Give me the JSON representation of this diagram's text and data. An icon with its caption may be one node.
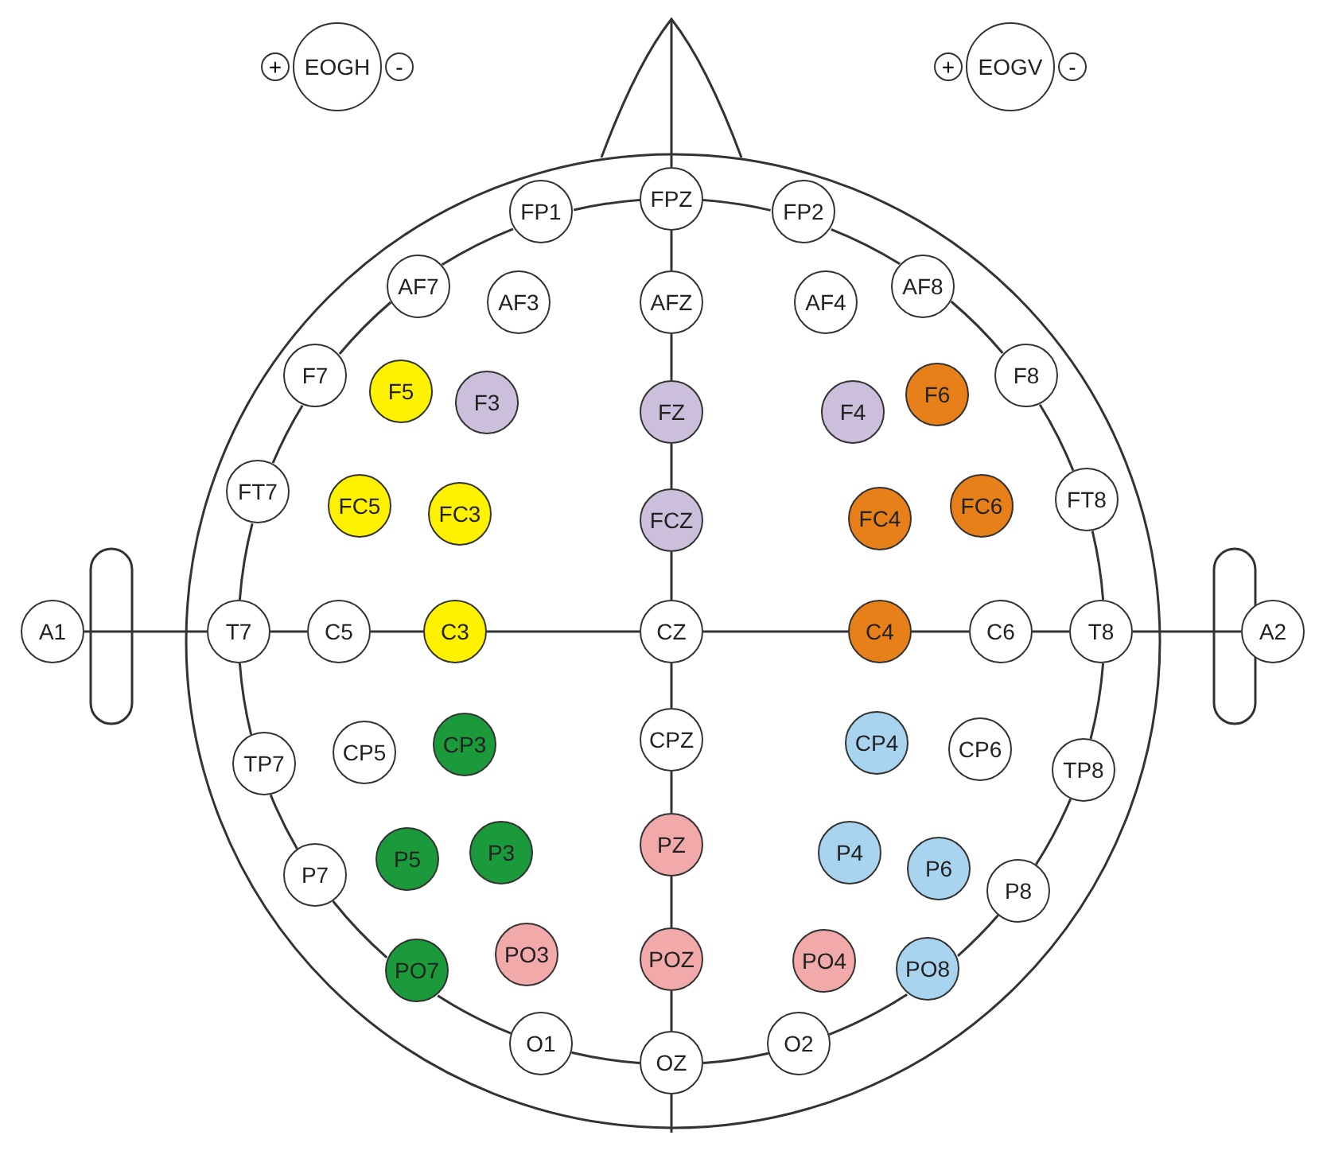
{
  "diagram": {
    "nodes": [
      {
        "text": [
          "EOGH"
        ],
        "beside": [
          "+",
          "-"
        ]
      },
      {
        "text": [
          "EOGV"
        ],
        "beside": [
          "+",
          "-"
        ]
      },
      {
        "text": [
          "FP1"
        ]
      },
      {
        "text": [
          "FPZ"
        ]
      },
      {
        "text": [
          "FP2"
        ]
      },
      {
        "text": [
          "AF7"
        ]
      },
      {
        "text": [
          "AF3"
        ]
      },
      {
        "text": [
          "AFZ"
        ]
      },
      {
        "text": [
          "AF4"
        ]
      },
      {
        "text": [
          "AF8"
        ]
      },
      {
        "text": [
          "F7"
        ]
      },
      {
        "text": [
          "F5"
        ]
      },
      {
        "text": [
          "F3"
        ]
      },
      {
        "text": [
          "FZ"
        ]
      },
      {
        "text": [
          "F4"
        ]
      },
      {
        "text": [
          "F6"
        ]
      },
      {
        "text": [
          "F8"
        ]
      },
      {
        "text": [
          "FT7"
        ]
      },
      {
        "text": [
          "FC5"
        ]
      },
      {
        "text": [
          "FC3"
        ]
      },
      {
        "text": [
          "FCZ"
        ]
      },
      {
        "text": [
          "FC4"
        ]
      },
      {
        "text": [
          "FC6"
        ]
      },
      {
        "text": [
          "FT8"
        ]
      },
      {
        "text": [
          "A1"
        ]
      },
      {
        "text": [
          "T7"
        ]
      },
      {
        "text": [
          "C5"
        ]
      },
      {
        "text": [
          "C3"
        ]
      },
      {
        "text": [
          "CZ"
        ]
      },
      {
        "text": [
          "C4"
        ]
      },
      {
        "text": [
          "C6"
        ]
      },
      {
        "text": [
          "T8"
        ]
      },
      {
        "text": [
          "A2"
        ]
      },
      {
        "text": [
          "TP7"
        ]
      },
      {
        "text": [
          "CP5"
        ]
      },
      {
        "text": [
          "CP3"
        ]
      },
      {
        "text": [
          "CPZ"
        ]
      },
      {
        "text": [
          "CP4"
        ]
      },
      {
        "text": [
          "CP6"
        ]
      },
      {
        "text": [
          "TP8"
        ]
      },
      {
        "text": [
          "P7"
        ]
      },
      {
        "text": [
          "P5"
        ]
      },
      {
        "text": [
          "P3"
        ]
      },
      {
        "text": [
          "PZ"
        ]
      },
      {
        "text": [
          "P4"
        ]
      },
      {
        "text": [
          "P6"
        ]
      },
      {
        "text": [
          "P8"
        ]
      },
      {
        "text": [
          "PO7"
        ]
      },
      {
        "text": [
          "PO3"
        ]
      },
      {
        "text": [
          "POZ"
        ]
      },
      {
        "text": [
          "PO4"
        ]
      },
      {
        "text": [
          "PO8"
        ]
      },
      {
        "text": [
          "O1"
        ]
      },
      {
        "text": [
          "OZ"
        ]
      },
      {
        "text": [
          "O2"
        ]
      }
    ],
    "edges": [
      {
        "from": 3,
        "to": 7,
        "arrow": "none"
      },
      {
        "from": 7,
        "to": 13,
        "arrow": "none"
      },
      {
        "from": 13,
        "to": 20,
        "arrow": "none"
      },
      {
        "from": 20,
        "to": 28,
        "arrow": "none"
      },
      {
        "from": 28,
        "to": 36,
        "arrow": "none"
      },
      {
        "from": 36,
        "to": 43,
        "arrow": "none"
      },
      {
        "from": 43,
        "to": 49,
        "arrow": "none"
      },
      {
        "from": 49,
        "to": 53,
        "arrow": "none"
      },
      {
        "from": 24,
        "to": 25,
        "arrow": "none"
      },
      {
        "from": 25,
        "to": 26,
        "arrow": "none"
      },
      {
        "from": 26,
        "to": 27,
        "arrow": "none"
      },
      {
        "from": 27,
        "to": 28,
        "arrow": "none"
      },
      {
        "from": 28,
        "to": 29,
        "arrow": "none"
      },
      {
        "from": 29,
        "to": 30,
        "arrow": "none"
      },
      {
        "from": 30,
        "to": 31,
        "arrow": "none"
      },
      {
        "from": 31,
        "to": 32,
        "arrow": "none"
      },
      {
        "from": 3,
        "to": 2,
        "arrow": "none"
      },
      {
        "from": 2,
        "to": 5,
        "arrow": "none"
      },
      {
        "from": 5,
        "to": 10,
        "arrow": "none"
      },
      {
        "from": 10,
        "to": 17,
        "arrow": "none"
      },
      {
        "from": 17,
        "to": 25,
        "arrow": "none"
      },
      {
        "from": 25,
        "to": 33,
        "arrow": "none"
      },
      {
        "from": 33,
        "to": 40,
        "arrow": "none"
      },
      {
        "from": 40,
        "to": 47,
        "arrow": "none"
      },
      {
        "from": 47,
        "to": 52,
        "arrow": "none"
      },
      {
        "from": 52,
        "to": 53,
        "arrow": "none"
      },
      {
        "from": 53,
        "to": 54,
        "arrow": "none"
      },
      {
        "from": 54,
        "to": 51,
        "arrow": "none"
      },
      {
        "from": 51,
        "to": 46,
        "arrow": "none"
      },
      {
        "from": 46,
        "to": 39,
        "arrow": "none"
      },
      {
        "from": 39,
        "to": 31,
        "arrow": "none"
      },
      {
        "from": 31,
        "to": 23,
        "arrow": "none"
      },
      {
        "from": 23,
        "to": 16,
        "arrow": "none"
      },
      {
        "from": 16,
        "to": 9,
        "arrow": "none"
      },
      {
        "from": 9,
        "to": 4,
        "arrow": "none"
      },
      {
        "from": 4,
        "to": 3,
        "arrow": "none"
      }
    ]
  }
}
